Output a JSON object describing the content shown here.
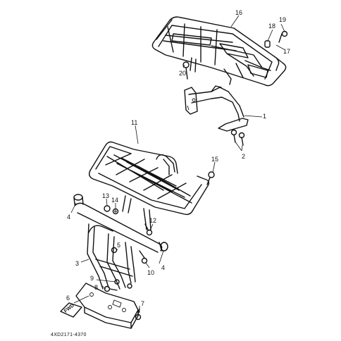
{
  "callouts": [
    {
      "id": "c1",
      "text": "1"
    },
    {
      "id": "c2",
      "text": "2"
    },
    {
      "id": "c3",
      "text": "3"
    },
    {
      "id": "c4a",
      "text": "4"
    },
    {
      "id": "c4b",
      "text": "4"
    },
    {
      "id": "c5",
      "text": "5"
    },
    {
      "id": "c6",
      "text": "6"
    },
    {
      "id": "c7",
      "text": "7"
    },
    {
      "id": "c8",
      "text": "8"
    },
    {
      "id": "c9",
      "text": "9"
    },
    {
      "id": "c10",
      "text": "10"
    },
    {
      "id": "c11",
      "text": "11"
    },
    {
      "id": "c12",
      "text": "12"
    },
    {
      "id": "c13",
      "text": "13"
    },
    {
      "id": "c14",
      "text": "14"
    },
    {
      "id": "c15",
      "text": "15"
    },
    {
      "id": "c16",
      "text": "16"
    },
    {
      "id": "c17",
      "text": "17"
    },
    {
      "id": "c18",
      "text": "18"
    },
    {
      "id": "c19",
      "text": "19"
    },
    {
      "id": "c20",
      "text": "20"
    }
  ],
  "fwd_mark": "FWD",
  "drawing_code": "4XD2171-4370",
  "colors": {
    "line": "#111111",
    "background": "#ffffff"
  }
}
